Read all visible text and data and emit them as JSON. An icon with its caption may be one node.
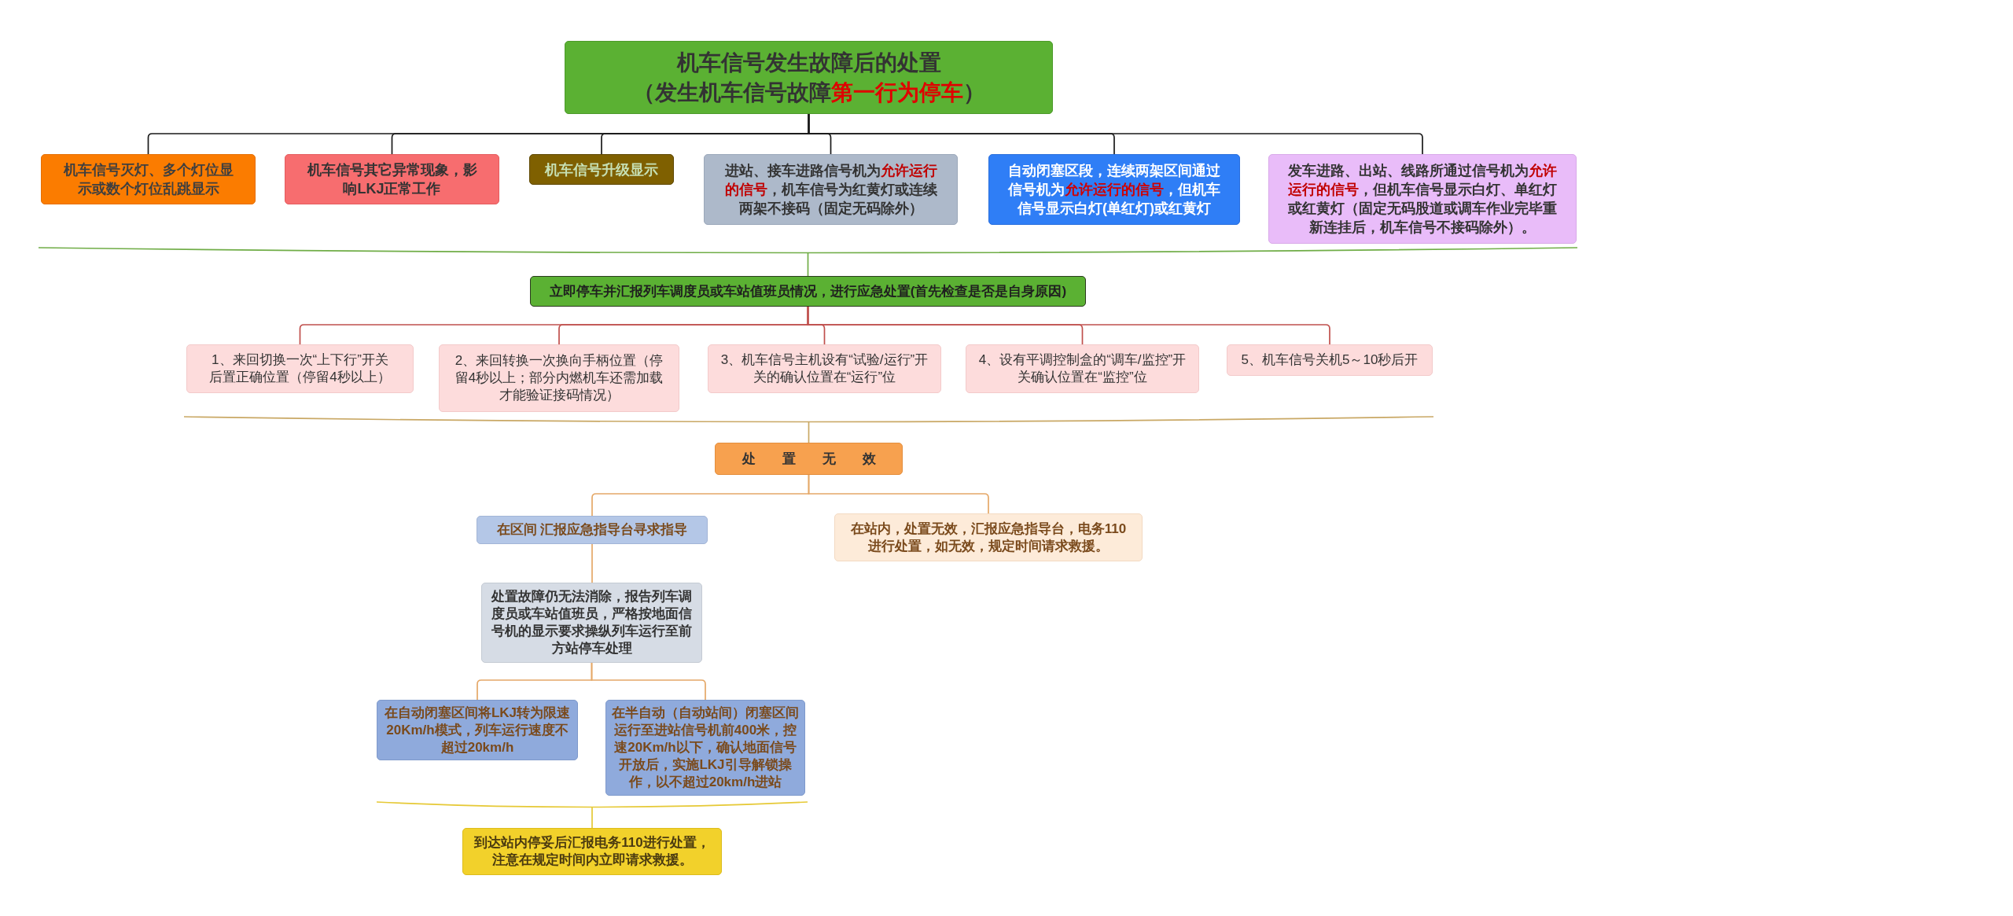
{
  "diagram": {
    "nodes": [
      {
        "text": [
          "机车信号发生故障后的处置",
          "（发生机车信号故障**第一行为停车**）"
        ]
      },
      {
        "text": [
          "机车信号灭灯、多个灯位显示或数个灯位乱跳显示"
        ]
      },
      {
        "text": [
          "机车信号其它异常现象，影响LKJ正常工作"
        ]
      },
      {
        "text": [
          "机车信号升级显示"
        ]
      },
      {
        "text": [
          "进站、接车进路信号机为**允许运行的信号**，机车信号为红黄灯或连续两架不接码（固定无码除外）"
        ]
      },
      {
        "text": [
          "自动闭塞区段，连续两架区间通过信号机为**允许运行的信号**，但机车信号显示白灯(单红灯)或红黄灯"
        ]
      },
      {
        "text": [
          "发车进路、出站、线路所通过信号机为**允许运行的信号**，但机车信号显示白灯、单红灯或红黄灯（固定无码股道或调车作业完毕重新连挂后，机车信号不接码除外）。"
        ]
      },
      {
        "text": [],
        "shape": "bracket"
      },
      {
        "text": [
          "立即停车并汇报列车调度员或车站值班员情况，进行应急处置(首先检查是否是自身原因)"
        ]
      },
      {
        "text": [
          "1、来回切换一次“上下行”开关后置正确位置（停留4秒以上）"
        ]
      },
      {
        "text": [
          "2、来回转换一次换向手柄位置（停留4秒以上；部分内燃机车还需加载才能验证接码情况）"
        ]
      },
      {
        "text": [
          "3、机车信号主机设有“试验/运行”开关的确认位置在“运行”位"
        ]
      },
      {
        "text": [
          "4、设有平调控制盒的“调车/监控”开关确认位置在“监控”位"
        ]
      },
      {
        "text": [
          "5、机车信号关机5～10秒后开"
        ]
      },
      {
        "text": [],
        "shape": "bracket"
      },
      {
        "text": [
          "处　　置　　无　　效"
        ]
      },
      {
        "text": [
          "在区间 汇报应急指导台寻求指导"
        ]
      },
      {
        "text": [
          "在站内，处置无效，汇报应急指导台，电务110进行处置，如无效，规定时间请求救援。"
        ]
      },
      {
        "text": [
          "处置故障仍无法消除，报告列车调度员或车站值班员，严格按地面信号机的显示要求操纵列车运行至前方站停车处理"
        ]
      },
      {
        "text": [
          "在自动闭塞区间将LKJ转为限速20Km/h模式，列车运行速度不超过20km/h"
        ]
      },
      {
        "text": [
          "在半自动（自动站间）闭塞区间运行至进站信号机前400米，控速20Km/h以下，确认地面信号开放后，实施LKJ引导解锁操作，以不超过20km/h进站"
        ]
      },
      {
        "text": [],
        "shape": "bracket"
      },
      {
        "text": [
          "到达站内停妥后汇报电务110进行处置，注意在规定时间内立即请求救援。"
        ]
      }
    ],
    "edges": [
      {
        "from": 0,
        "to": 1,
        "arrow": "none"
      },
      {
        "from": 0,
        "to": 2,
        "arrow": "none"
      },
      {
        "from": 0,
        "to": 3,
        "arrow": "none"
      },
      {
        "from": 0,
        "to": 4,
        "arrow": "none"
      },
      {
        "from": 0,
        "to": 5,
        "arrow": "none"
      },
      {
        "from": 0,
        "to": 6,
        "arrow": "none"
      },
      {
        "from": 7,
        "to": 8,
        "arrow": "none",
        "color": "#70ad47"
      },
      {
        "from": 8,
        "to": 9,
        "arrow": "none",
        "color": "#c0504d"
      },
      {
        "from": 8,
        "to": 10,
        "arrow": "none",
        "color": "#c0504d"
      },
      {
        "from": 8,
        "to": 11,
        "arrow": "none",
        "color": "#c0504d"
      },
      {
        "from": 8,
        "to": 12,
        "arrow": "none",
        "color": "#c0504d"
      },
      {
        "from": 8,
        "to": 13,
        "arrow": "none",
        "color": "#c0504d"
      },
      {
        "from": 14,
        "to": 15,
        "arrow": "none",
        "color": "#c9a865"
      },
      {
        "from": 15,
        "to": 16,
        "arrow": "none",
        "color": "#e5a868"
      },
      {
        "from": 15,
        "to": 17,
        "arrow": "none",
        "color": "#e5a868"
      },
      {
        "from": 16,
        "to": 18,
        "arrow": "none",
        "color": "#e5a868"
      },
      {
        "from": 18,
        "to": 19,
        "arrow": "none",
        "color": "#e5a868"
      },
      {
        "from": 18,
        "to": 20,
        "arrow": "none",
        "color": "#e5a868"
      },
      {
        "from": 21,
        "to": 22,
        "arrow": "none",
        "color": "#e6c936"
      }
    ]
  }
}
